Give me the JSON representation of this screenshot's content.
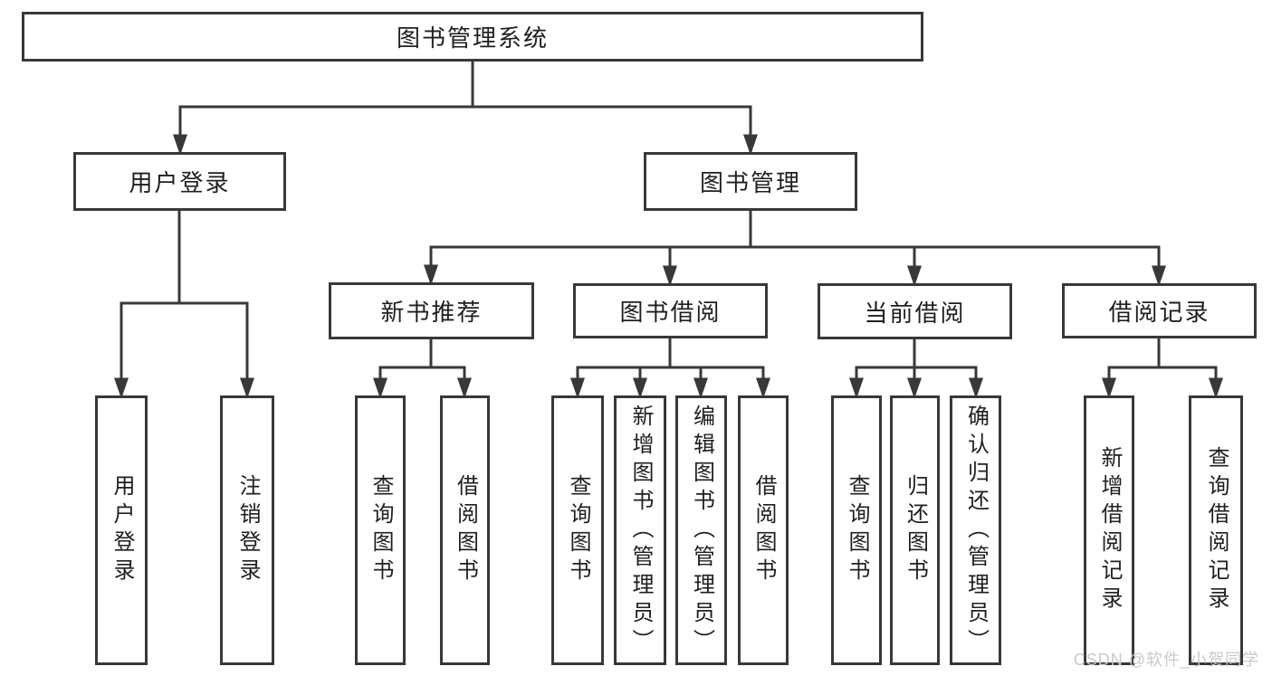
{
  "diagram": {
    "title_node": {
      "label": "图书管理系统"
    },
    "level2": {
      "user_login": {
        "label": "用户登录"
      },
      "book_management": {
        "label": "图书管理"
      }
    },
    "level3": {
      "new_book_recommend": {
        "label": "新书推荐"
      },
      "book_borrow": {
        "label": "图书借阅"
      },
      "current_borrow": {
        "label": "当前借阅"
      },
      "borrow_records": {
        "label": "借阅记录"
      }
    },
    "leaves": {
      "user_login_action": {
        "label": "用户登录"
      },
      "logout_action": {
        "label": "注销登录"
      },
      "nbr_query_books": {
        "label": "查询图书"
      },
      "nbr_borrow_books": {
        "label": "借阅图书"
      },
      "bb_query_books": {
        "label": "查询图书"
      },
      "bb_add_books": {
        "label": "新增图书（管理员）"
      },
      "bb_edit_books": {
        "label": "编辑图书（管理员）"
      },
      "bb_borrow_books": {
        "label": "借阅图书"
      },
      "cb_query_books": {
        "label": "查询图书"
      },
      "cb_return_books": {
        "label": "归还图书"
      },
      "cb_confirm_return": {
        "label": "确认归还（管理员）"
      },
      "br_add_record": {
        "label": "新增借阅记录"
      },
      "br_query_record": {
        "label": "查询借阅记录"
      }
    },
    "watermark": "CSDN @软件_小贺同学",
    "colors": {
      "line": "#383838",
      "box_border": "#383838",
      "text": "#1f1f1f",
      "watermark": "#c9c9c9",
      "background": "#ffffff"
    }
  }
}
